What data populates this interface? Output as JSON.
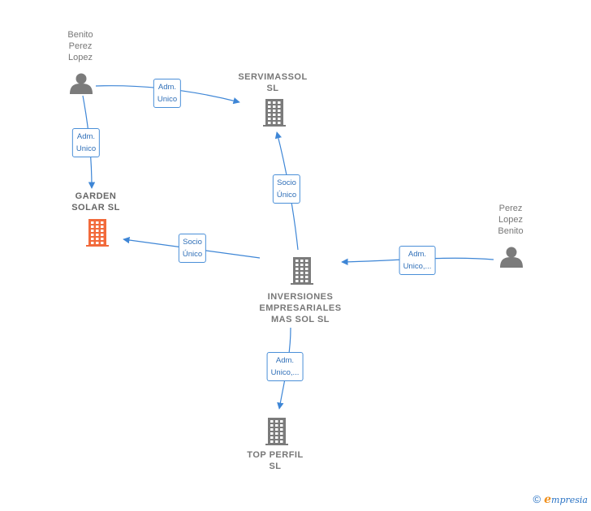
{
  "colors": {
    "edge": "#3e86d6",
    "node": "#7b7b7b",
    "highlight": "#f26a3b",
    "label_border": "#4a8fd8",
    "label_text": "#2f6fb8"
  },
  "nodes": [
    {
      "id": "benito",
      "kind": "person",
      "lines": [
        "Benito",
        "Perez",
        "Lopez"
      ],
      "highlight": false
    },
    {
      "id": "servimassol",
      "kind": "company",
      "lines": [
        "SERVIMASSOL",
        "SL"
      ],
      "highlight": false
    },
    {
      "id": "garden",
      "kind": "company",
      "lines": [
        "GARDEN",
        "SOLAR  SL"
      ],
      "highlight": true
    },
    {
      "id": "perez",
      "kind": "person",
      "lines": [
        "Perez",
        "Lopez",
        "Benito"
      ],
      "highlight": false
    },
    {
      "id": "inversiones",
      "kind": "company",
      "lines": [
        "INVERSIONES",
        "EMPRESARIALES",
        "MAS SOL  SL"
      ],
      "highlight": false
    },
    {
      "id": "topperfil",
      "kind": "company",
      "lines": [
        "TOP PERFIL",
        "SL"
      ],
      "highlight": false
    }
  ],
  "edges": [
    {
      "from": "benito",
      "to": "servimassol",
      "lines": [
        "Adm.",
        "Unico"
      ]
    },
    {
      "from": "benito",
      "to": "garden",
      "lines": [
        "Adm.",
        "Unico"
      ]
    },
    {
      "from": "inversiones",
      "to": "servimassol",
      "lines": [
        "Socio",
        "Único"
      ]
    },
    {
      "from": "inversiones",
      "to": "garden",
      "lines": [
        "Socio",
        "Único"
      ]
    },
    {
      "from": "perez",
      "to": "inversiones",
      "lines": [
        "Adm.",
        "Unico,..."
      ]
    },
    {
      "from": "inversiones",
      "to": "topperfil",
      "lines": [
        "Adm.",
        "Unico,..."
      ]
    }
  ],
  "brand": {
    "copyright": "©",
    "first_letter": "e",
    "rest": "mpresia"
  }
}
